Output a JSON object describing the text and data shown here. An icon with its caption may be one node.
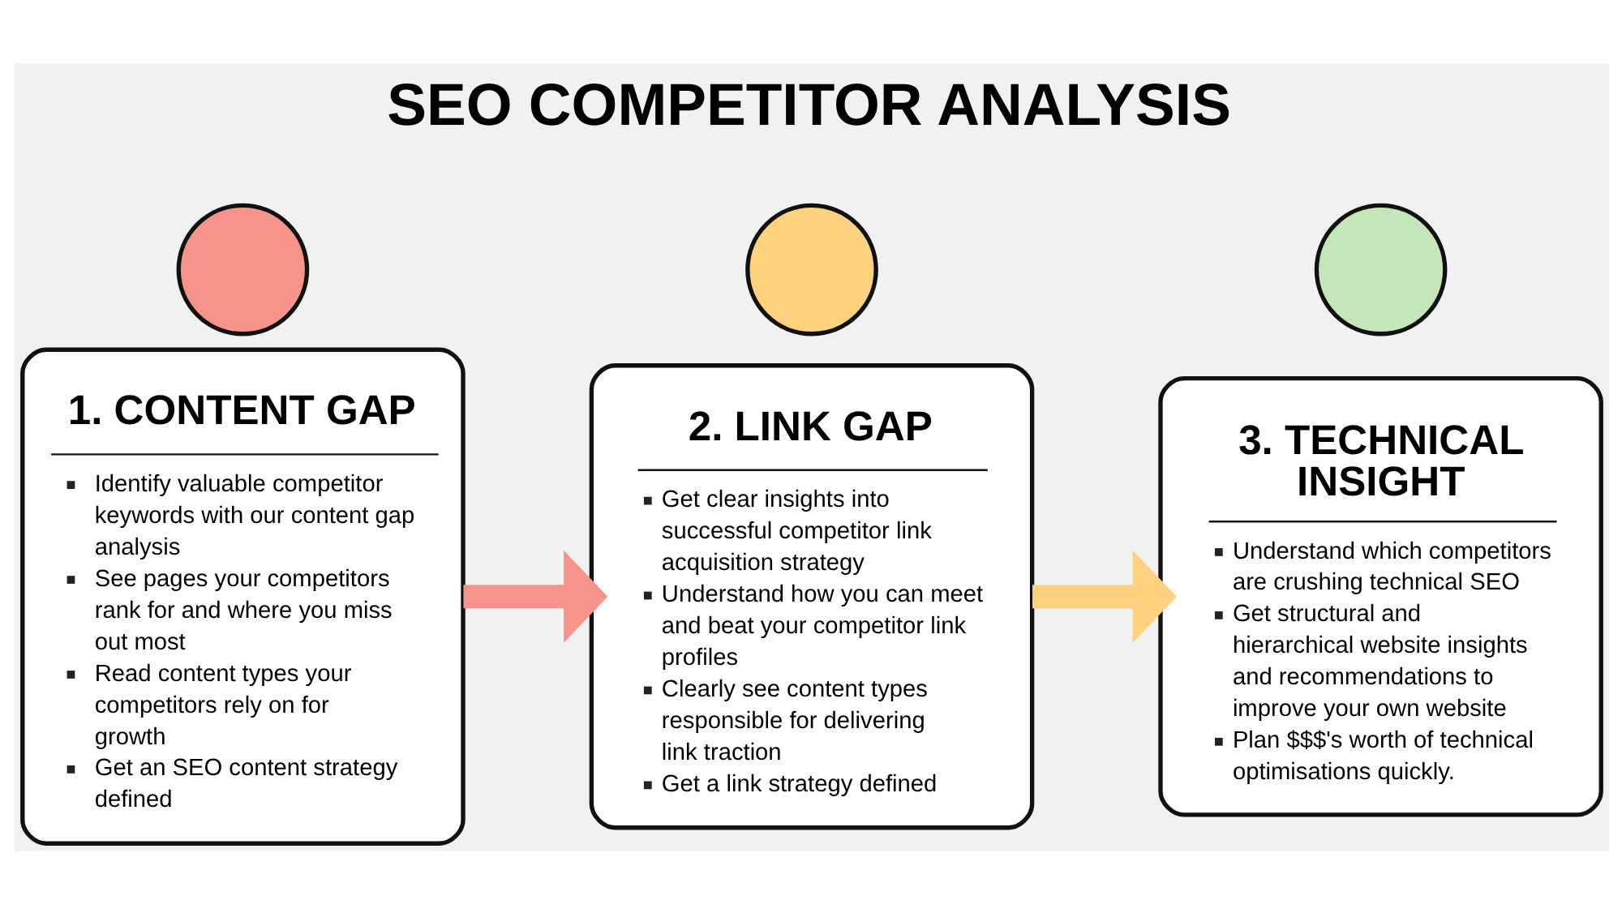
{
  "diagram": {
    "title": "SEO COMPETITOR ANALYSIS",
    "nodes": [
      {
        "text": [],
        "shape": "circle"
      },
      {
        "text": [
          "1. CONTENT GAP",
          "Identify valuable competitor keywords with our content gap analysis",
          "See pages your competitors rank for and where you miss out most",
          "Read content types your competitors rely on for growth",
          "Get an SEO content strategy defined"
        ]
      },
      {
        "text": [],
        "shape": "circle"
      },
      {
        "text": [
          "2. LINK GAP",
          "Get clear insights into successful competitor link acquisition strategy",
          "Understand how you can meet and beat your competitor link profiles",
          "Clearly see content types responsible for delivering link traction",
          "Get a link strategy defined"
        ]
      },
      {
        "text": [],
        "shape": "circle"
      },
      {
        "text": [
          "3. TECHNICAL INSIGHT",
          "Understand which competitors are crushing technical SEO",
          "Get structural and hierarchical website insights and recommendations to improve your own website",
          "Plan $$$'s worth of technical optimisations quickly."
        ]
      }
    ],
    "edges": [
      {
        "from": 1,
        "to": 3,
        "arrow": "to",
        "color": "#f6948c"
      },
      {
        "from": 3,
        "to": 5,
        "arrow": "to",
        "color": "#fdd17e"
      }
    ]
  }
}
